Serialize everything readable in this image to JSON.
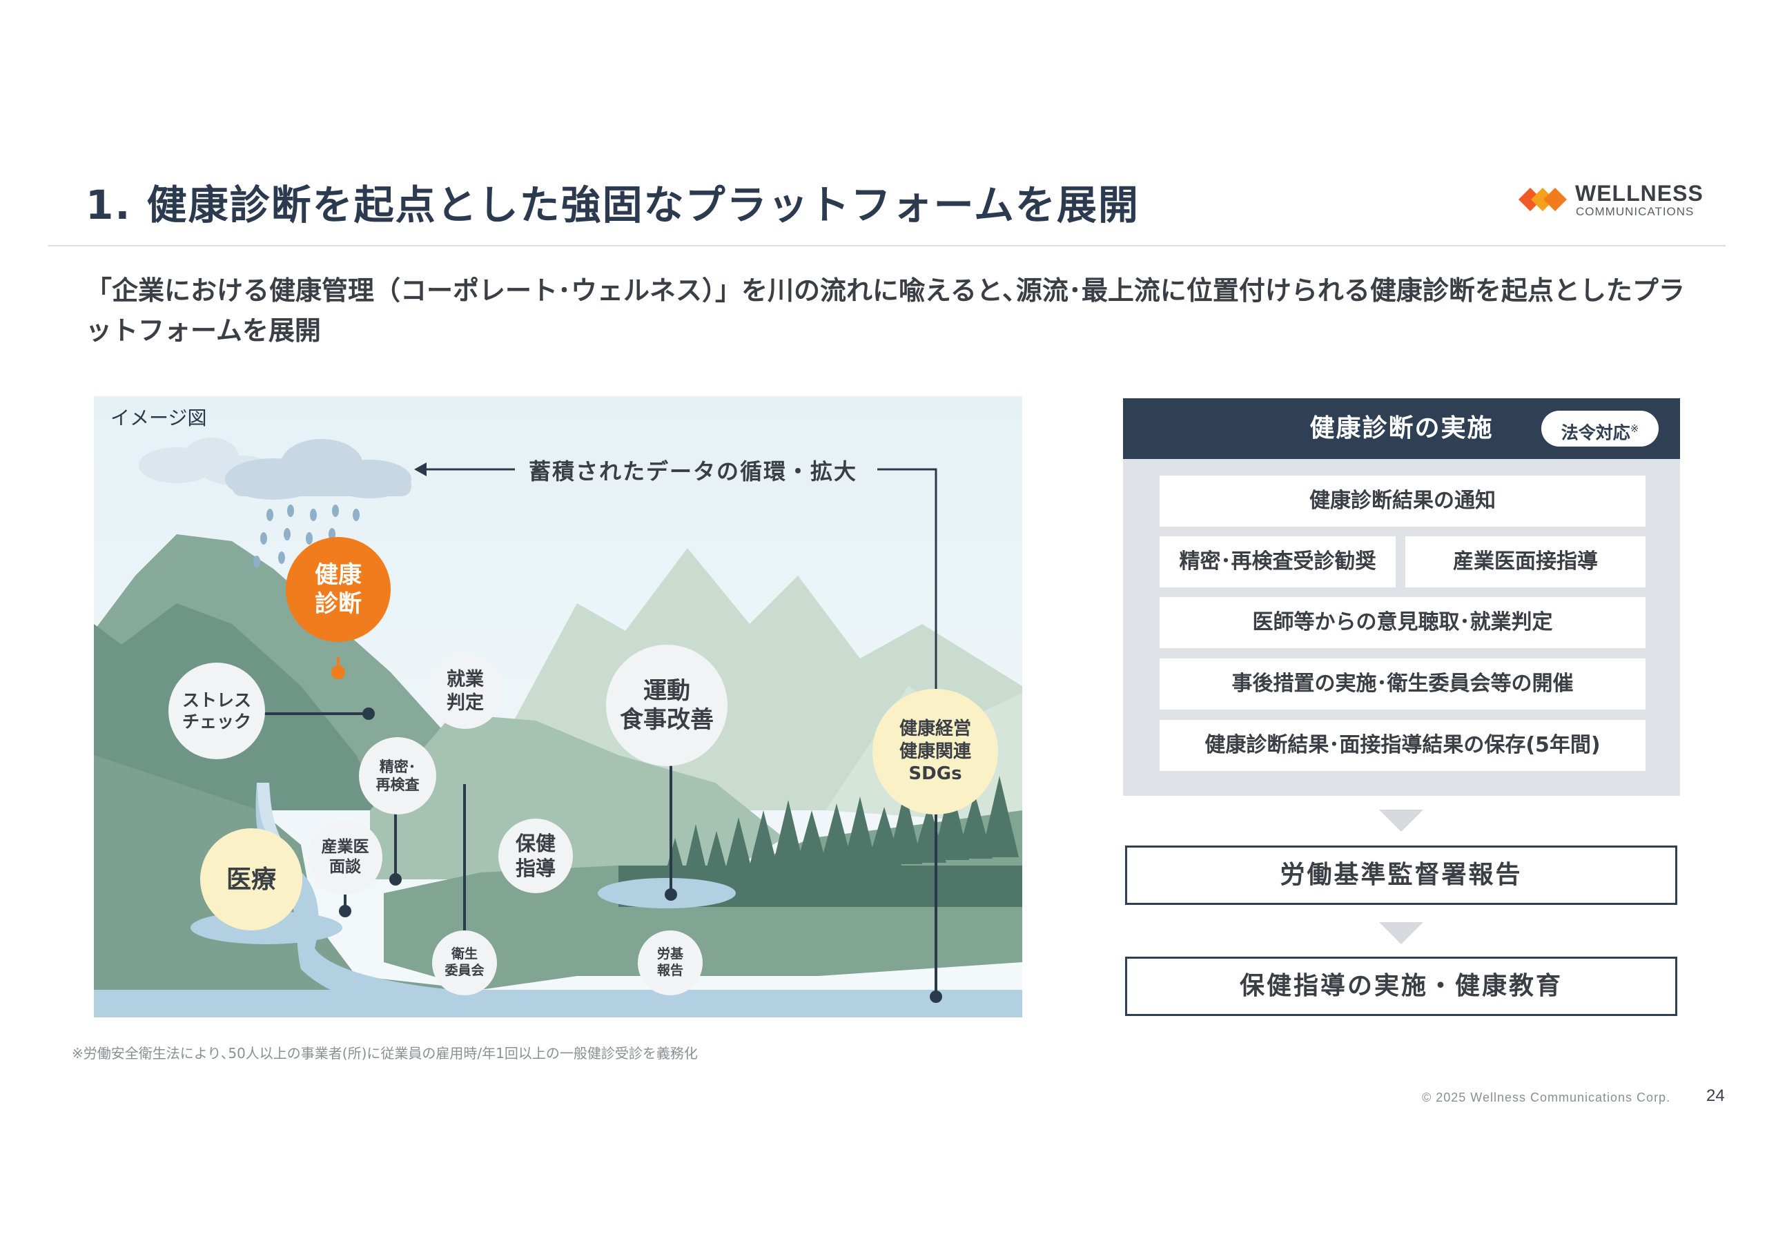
{
  "header": {
    "title": "1. 健康診断を起点とした強固なプラットフォームを展開",
    "logo_word": "WELLNESS",
    "logo_sub": "COMMUNICATIONS"
  },
  "lead_text": "「企業における健康管理（コーポレート･ウェルネス）」を川の流れに喩えると､源流･最上流に位置付けられる健康診断を起点としたプラットフォームを展開",
  "illustration": {
    "label": "イメージ図",
    "cycle_label": "蓄積されたデータの循環・拡大",
    "bubbles": {
      "kenshin": "健康\n診断",
      "stress": "ストレス\nチェック",
      "shugyo": "就業\n判定",
      "undo": "運動\n食事改善",
      "seimitsu": "精密･\n再検査",
      "keiei": "健康経営\n健康関連\nSDGs",
      "iryo": "医療",
      "sangyoi": "産業医\n面談",
      "hoken": "保健\n指導",
      "eisei": "衛生\n委員会",
      "roki": "労基\n報告"
    }
  },
  "panel": {
    "header": "健康診断の実施",
    "badge": "法令対応",
    "badge_mark": "※",
    "items": {
      "notice": "健康診断結果の通知",
      "recheck": "精密･再検査受診勧奨",
      "interview": "産業医面接指導",
      "opinion": "医師等からの意見聴取･就業判定",
      "aftercare": "事後措置の実施･衛生委員会等の開催",
      "storage": "健康診断結果･面接指導結果の保存(5年間)"
    },
    "report": "労働基準監督署報告",
    "education": "保健指導の実施・健康教育"
  },
  "colors": {
    "navy": "#2f4055",
    "orange": "#f07c1d",
    "cream": "#fbf1c6",
    "panel_bg": "#dfe3e7"
  },
  "footnote": "※労働安全衛生法により､50人以上の事業者(所)に従業員の雇用時/年1回以上の一般健診受診を義務化",
  "copyright": "© 2025 Wellness Communications Corp.",
  "page_number": "24"
}
